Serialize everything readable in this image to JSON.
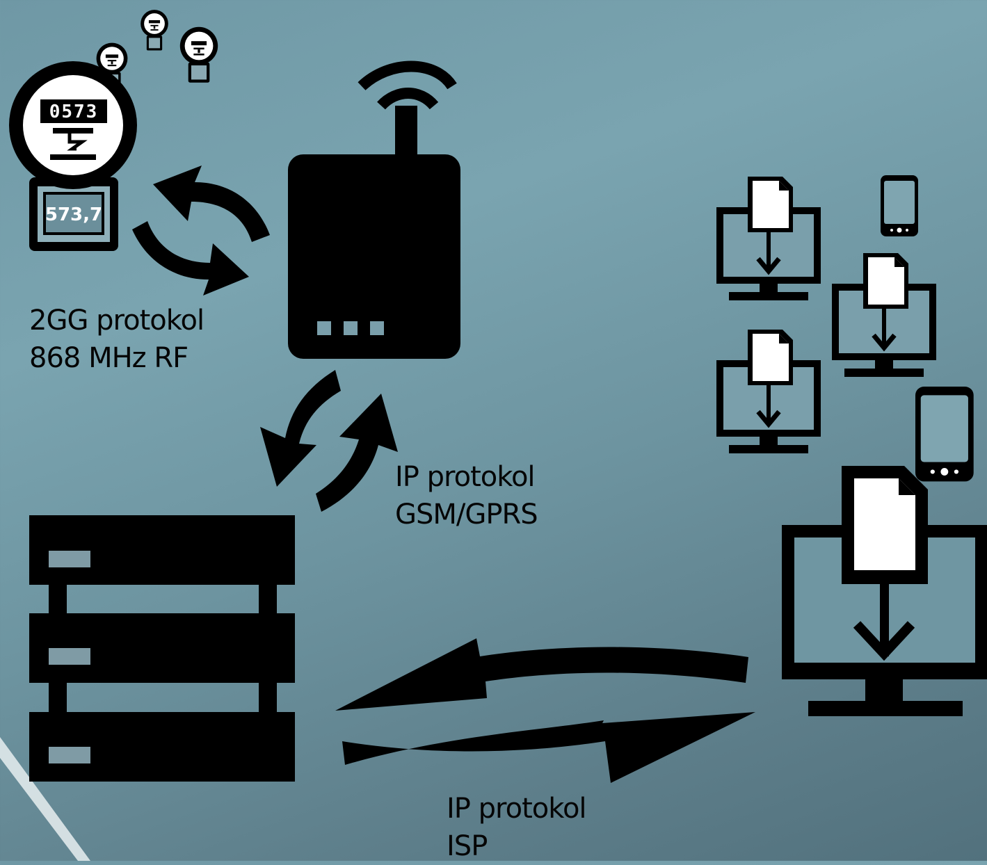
{
  "meter": {
    "dial_reading": "0573",
    "display_reading": "573,7",
    "small_display": "573,7"
  },
  "labels": {
    "rf": {
      "line1": "2GG protokol",
      "line2": "868 MHz RF"
    },
    "gsm": {
      "line1": "IP protokol",
      "line2": "GSM/GPRS"
    },
    "isp": {
      "line1": "IP protokol",
      "line2": "ISP"
    }
  },
  "colors": {
    "icon": "#000000",
    "background_top": "#7aa4b0",
    "background_bottom": "#52717d"
  },
  "icons": [
    "electricity-meter-icon",
    "router-icon",
    "server-rack-icon",
    "monitor-download-icon",
    "smartphone-icon",
    "sync-arrows-icon"
  ]
}
